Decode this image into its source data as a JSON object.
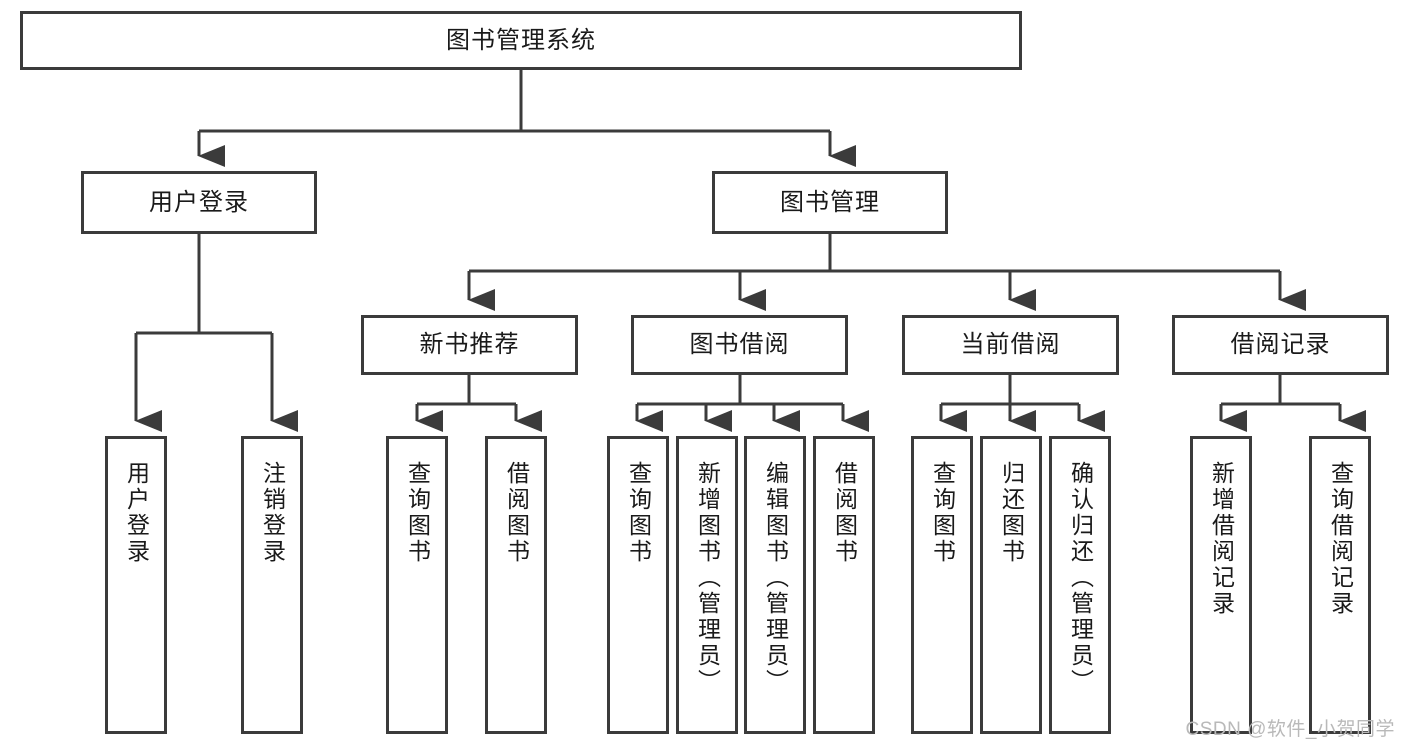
{
  "diagram": {
    "title": "图书管理系统",
    "type": "tree",
    "watermark": "CSDN @软件_小贺同学",
    "colors": {
      "stroke": "#3b3b3b",
      "fill": "#ffffff",
      "text": "#1a1a1a",
      "watermark": "#b9b9b9"
    },
    "nodes": {
      "root": {
        "label": "图书管理系统"
      },
      "level2": [
        {
          "label": "用户登录"
        },
        {
          "label": "图书管理"
        }
      ],
      "level3": [
        {
          "label": "新书推荐"
        },
        {
          "label": "图书借阅"
        },
        {
          "label": "当前借阅"
        },
        {
          "label": "借阅记录"
        }
      ],
      "leaves": [
        {
          "label": "用户登录"
        },
        {
          "label": "注销登录"
        },
        {
          "label": "查询图书"
        },
        {
          "label": "借阅图书"
        },
        {
          "label": "查询图书"
        },
        {
          "label": "新增图书（管理员）"
        },
        {
          "label": "编辑图书（管理员）"
        },
        {
          "label": "借阅图书"
        },
        {
          "label": "查询图书"
        },
        {
          "label": "归还图书"
        },
        {
          "label": "确认归还（管理员）"
        },
        {
          "label": "新增借阅记录"
        },
        {
          "label": "查询借阅记录"
        }
      ]
    }
  }
}
